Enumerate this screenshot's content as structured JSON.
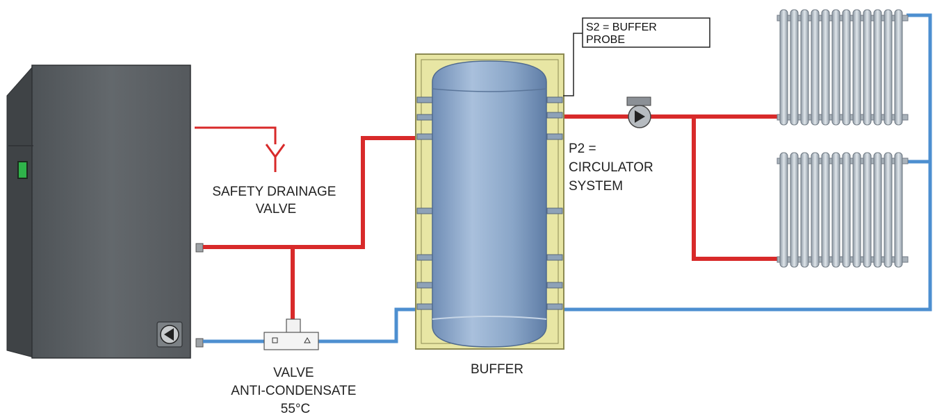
{
  "labels": {
    "safety_valve": [
      "SAFETY DRAINAGE",
      "VALVE"
    ],
    "anti_condensate": [
      "VALVE",
      "ANTI-CONDENSATE",
      "55°C"
    ],
    "buffer": "BUFFER",
    "circulator": [
      "P2 =",
      "CIRCULATOR",
      "SYSTEM"
    ],
    "probe": [
      "S2 = BUFFER",
      "PROBE"
    ]
  },
  "colors": {
    "hot_pipe": "#d82a2a",
    "cold_pipe": "#4d8fd0",
    "boiler": "#585d61",
    "tank": "#8ea9c9",
    "insulation": "#e8e6a4"
  },
  "icons": {
    "boiler_indicator": "green-indicator-icon",
    "boiler_pump": "pump-icon",
    "circulator_pump": "pump-icon",
    "safety_valve": "y-valve-icon"
  }
}
